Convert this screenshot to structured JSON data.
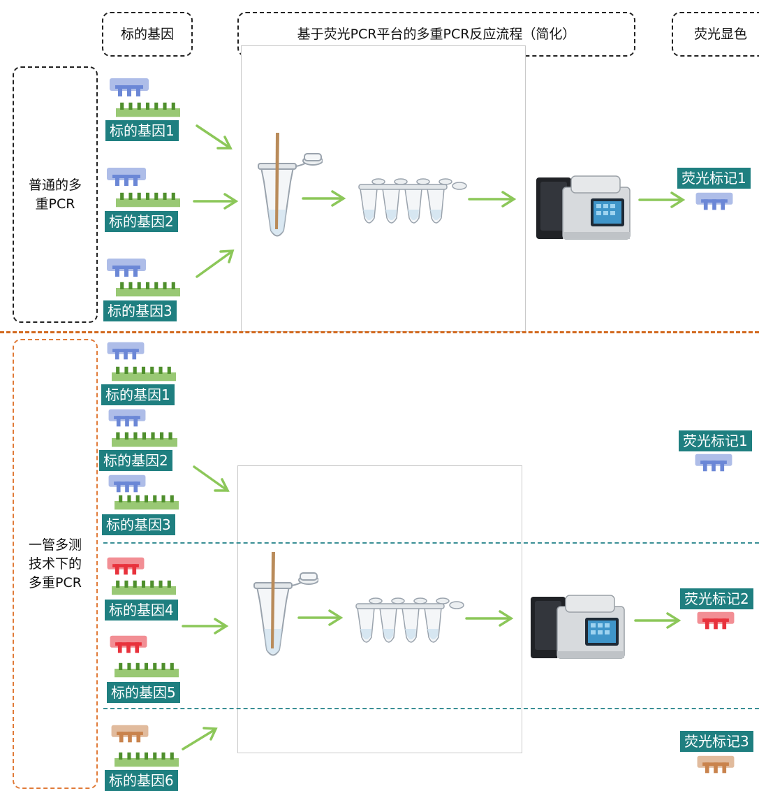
{
  "headers": {
    "target_gene": "标的基因",
    "process": "基于荧光PCR平台的多重PCR反应流程（简化）",
    "fluorescence": "荧光显色"
  },
  "rows": {
    "conventional": "普通的多\n重PCR",
    "single_tube": "一管多测\n技术下的\n多重PCR"
  },
  "top_genes": [
    "标的基因1",
    "标的基因2",
    "标的基因3"
  ],
  "bottom_genes": [
    "标的基因1",
    "标的基因2",
    "标的基因3",
    "标的基因4",
    "标的基因5",
    "标的基因6"
  ],
  "top_marker": "荧光标记1",
  "bottom_markers": [
    "荧光标记1",
    "荧光标记2",
    "荧光标记3"
  ],
  "colors": {
    "blue_probe": "#6b87d6",
    "red_probe": "#e8323c",
    "orange_probe": "#c9834d",
    "green_strand": "#77b546",
    "label_bg": "#1f7f80",
    "arrow": "#8cc759",
    "divider_orange": "#d2691e",
    "divider_teal": "#3a8f95"
  }
}
